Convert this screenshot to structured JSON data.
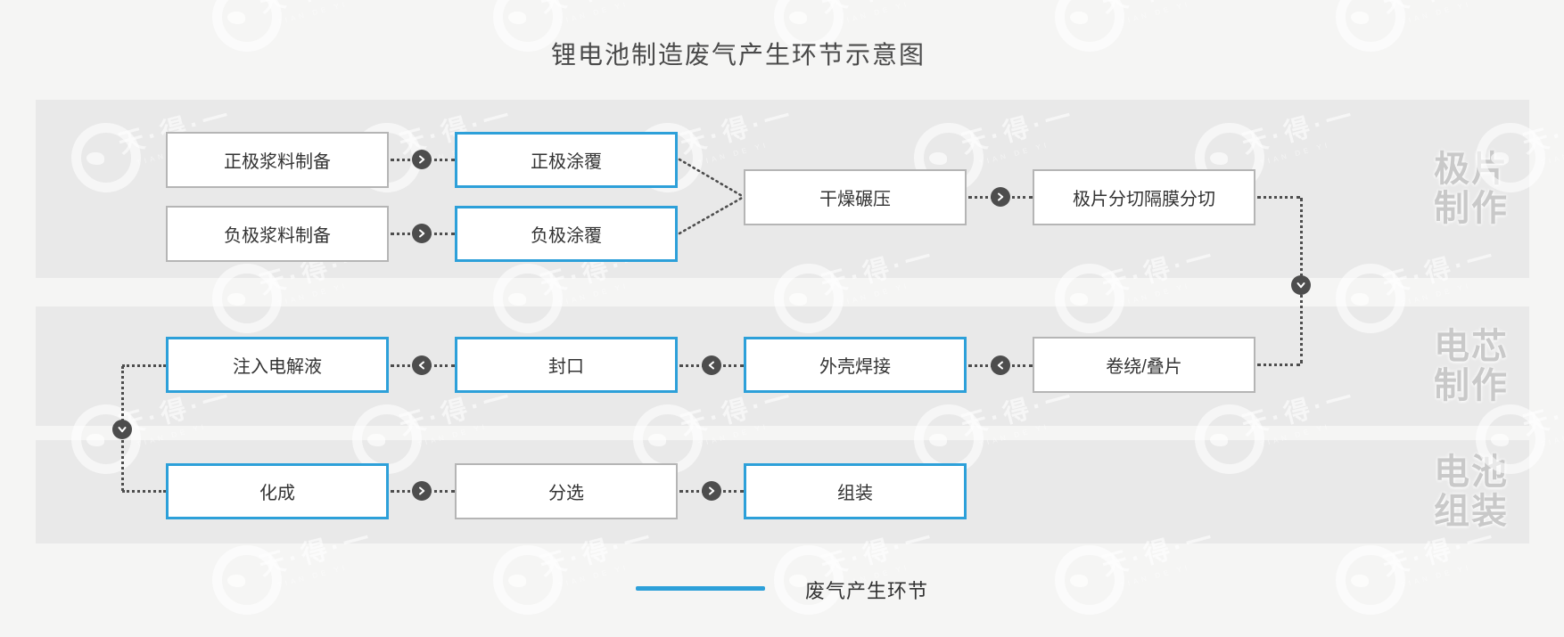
{
  "title": "锂电池制造废气产生环节示意图",
  "legend": {
    "label": "废气产生环节"
  },
  "watermark": {
    "text": "天·得·一",
    "subtext": "TIAN DE YI"
  },
  "colors": {
    "waste_gas_highlight": "#2da0d9",
    "normal_border": "#b5b5b5",
    "band_background": "#e9e9e9",
    "page_background": "#f5f5f4",
    "connector": "#4d4d4d"
  },
  "sections": [
    {
      "name": "极片制作",
      "label_line1": "极片",
      "label_line2": "制作",
      "nodes": [
        {
          "label": "正极浆料制备",
          "waste_gas": false
        },
        {
          "label": "正极涂覆",
          "waste_gas": true
        },
        {
          "label": "负极浆料制备",
          "waste_gas": false
        },
        {
          "label": "负极涂覆",
          "waste_gas": true
        },
        {
          "label": "干燥碾压",
          "waste_gas": false
        },
        {
          "label": "极片分切隔膜分切",
          "waste_gas": false
        }
      ]
    },
    {
      "name": "电芯制作",
      "label_line1": "电芯",
      "label_line2": "制作",
      "nodes": [
        {
          "label": "注入电解液",
          "waste_gas": true
        },
        {
          "label": "封口",
          "waste_gas": true
        },
        {
          "label": "外壳焊接",
          "waste_gas": true
        },
        {
          "label": "卷绕/叠片",
          "waste_gas": false
        }
      ]
    },
    {
      "name": "电池组装",
      "label_line1": "电池",
      "label_line2": "组装",
      "nodes": [
        {
          "label": "化成",
          "waste_gas": true
        },
        {
          "label": "分选",
          "waste_gas": false
        },
        {
          "label": "组装",
          "waste_gas": true
        }
      ]
    }
  ]
}
